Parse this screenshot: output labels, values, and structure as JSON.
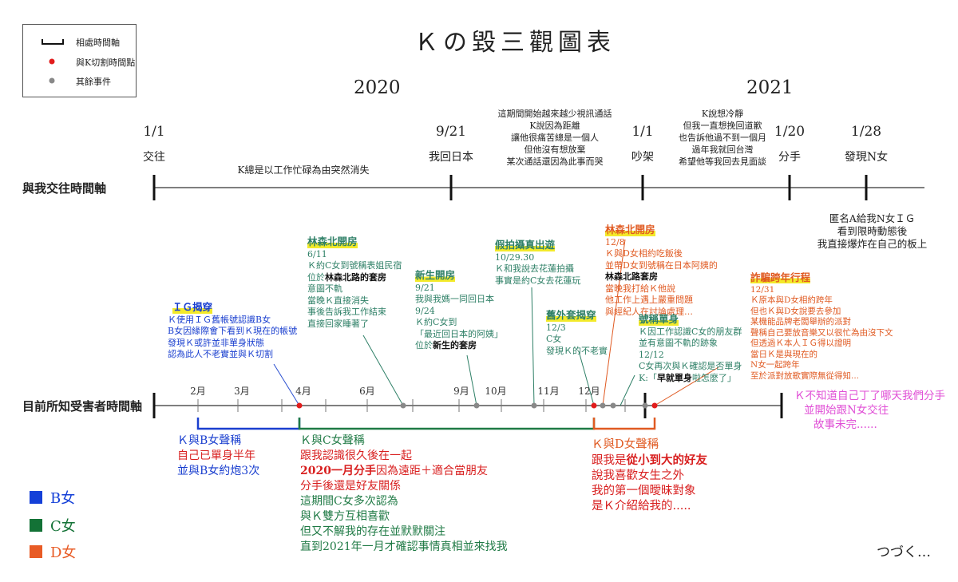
{
  "title": "Ｋの毀三觀圖表",
  "legend": {
    "items": [
      "相處時間軸",
      "與K切割時間點",
      "其餘事件"
    ],
    "colors": [
      "#111111",
      "#e21c1c",
      "#888888"
    ]
  },
  "years": [
    "2020",
    "2021"
  ],
  "axes": {
    "top_label": "與我交往時間軸",
    "bottom_label": "目前所知受害者時間軸"
  },
  "top_timeline": {
    "events": [
      {
        "date": "1/1",
        "label": "交往"
      },
      {
        "date": "9/21",
        "label": "我回日本"
      },
      {
        "date": "1/1",
        "label": "吵架"
      },
      {
        "date": "1/20",
        "label": "分手"
      },
      {
        "date": "1/28",
        "label": "發現N女"
      }
    ],
    "gap_note": "K總是以工作忙碌為由突然消失",
    "note_a": [
      "這期間開始越來越少視訊通話",
      "K說因為距離",
      "讓他很痛苦總是一個人",
      "但他沒有想放棄",
      "某次通話還因為此事而哭"
    ],
    "note_b": [
      "K說想冷靜",
      "但我一直想挽回道歉",
      "也告訴他過不到一個月",
      "過年我就回台灣",
      "希望他等我回去見面談"
    ],
    "note_c": [
      "匿名A給我N女ＩＧ",
      "看到限時動態後",
      "我直接爆炸在自己的板上"
    ]
  },
  "months": [
    "2月",
    "3月",
    "4月",
    "6月",
    "9月",
    "10月",
    "11月",
    "12月"
  ],
  "events": {
    "ig": {
      "head": "ＩＧ揭穿",
      "lines": [
        "Ｋ使用ＩＧ舊帳號認識B女",
        "B女因緣際會下看到Ｋ現在的帳號",
        "發現Ｋ或許並非單身狀態",
        "認為此人不老實並與Ｋ切割"
      ]
    },
    "linsen1": {
      "head": "林森北開房",
      "date": "6/11",
      "l1": "Ｋ約C女到號稱表姐民宿",
      "l2a": "位於",
      "l2b": "林森北路的套房",
      "rest": [
        "意圖不軌",
        "當晚Ｋ直接消失",
        "事後告訴我工作結束",
        "直接回家睡著了"
      ]
    },
    "shinsei": {
      "head": "新生開房",
      "date1": "9/21",
      "l1": "我與我媽一同回日本",
      "date2": "9/24",
      "l2": "Ｋ約C女到",
      "l3": "「最近回日本的阿姨」",
      "l4a": "位於",
      "l4b": "新生的套房"
    },
    "fake": {
      "head": "假拍攝真出遊",
      "date": "10/29.30",
      "lines": [
        "Ｋ和我說去花蓮拍攝",
        "事實是約C女去花蓮玩"
      ]
    },
    "jacket": {
      "head": "舊外套揭穿",
      "date": "12/3",
      "lines": [
        "C女",
        "發現Ｋ的不老實"
      ]
    },
    "linsen2": {
      "head": "林森北開房",
      "date": "12/8",
      "lines": [
        "Ｋ與D女相約吃飯後",
        "並帶D女到號稱在日本阿姨的"
      ],
      "bold": "林森北路套房",
      "rest": [
        "當晚我打給Ｋ他說",
        "他工作上遇上嚴重問題",
        "與經紀人在討論處理…"
      ]
    },
    "single": {
      "head": "號稱單身",
      "lines": [
        "Ｋ因工作認識C女的朋友群",
        "並有意圖不軌的跡象",
        "12/12",
        "C女再次與Ｋ確認是否單身"
      ],
      "last_a": "K:「",
      "last_b": "早就單身",
      "last_c": "啦怎麼了」"
    },
    "nye": {
      "head": "詐騙跨年行程",
      "date": "12/31",
      "lines": [
        "Ｋ原本與D女相約跨年",
        "但也Ｋ與D女說要去參加",
        "某機能品牌老闆舉辦的派對",
        "聲稱自己要放音樂又以很忙為由沒下文",
        "但透過Ｋ本人ＩＧ得以證明",
        "當日Ｋ是與現在的",
        "N女一起跨年",
        "至於派對放歌實際無從得知..."
      ]
    }
  },
  "claims": {
    "b": {
      "head": "Ｋ與B女聲稱",
      "red": "自己已單身半年",
      "tail": "並與B女約炮3次"
    },
    "c": {
      "head": "Ｋ與C女聲稱",
      "red1": "跟我認識很久後在一起",
      "red2a": "2020一月分手",
      "red2b": "因為遠距＋適合當朋友",
      "red3": "分手後還是好友關係",
      "rest": [
        "這期間C女多次認為",
        "與Ｋ雙方互相喜歡",
        "但又不解我的存在並默默關注",
        "直到2021年一月才確認事情真相並來找我"
      ]
    },
    "d": {
      "head": "Ｋ與D女聲稱",
      "l1a": "跟我是",
      "l1b": "從小到大的好友",
      "l2": "說我喜歡女生之外",
      "l3": "我的第一個曖昧對象",
      "l4": "是Ｋ介紹給我的.....",
      "tail": [
        "Ｋ不知道自己丁了哪天我們分手",
        "並開始跟N女交往",
        "故事未完......"
      ]
    }
  },
  "key": [
    {
      "label": "B女",
      "color": "#1440d8"
    },
    {
      "label": "C女",
      "color": "#137236"
    },
    {
      "label": "D女",
      "color": "#e85b25"
    }
  ],
  "footer": "つづく…",
  "colors": {
    "blue": "#1a3fcf",
    "green": "#1f7a45",
    "orange": "#e05a22",
    "red": "#d81f1f",
    "pink": "#e04fd6",
    "teal": "#2f8067"
  }
}
